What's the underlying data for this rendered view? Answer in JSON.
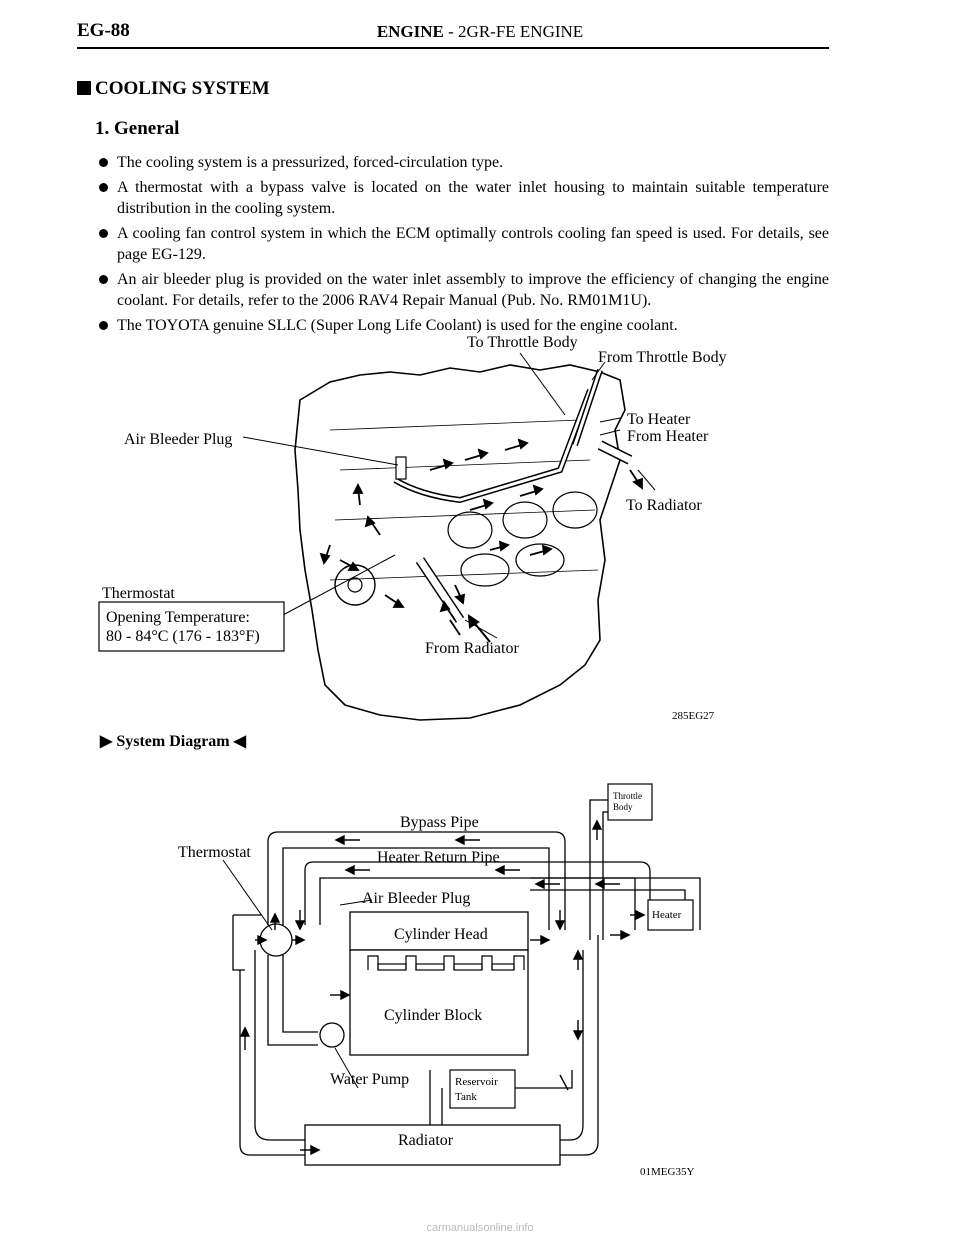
{
  "header": {
    "page_code": "EG-88",
    "title_bold": "ENGINE",
    "title_rest": " - 2GR-FE ENGINE"
  },
  "section": {
    "title": "COOLING SYSTEM",
    "subsection": "1.  General"
  },
  "bullets": [
    "The cooling system is a pressurized, forced-circulation type.",
    "A thermostat with a bypass valve is located on the water inlet housing to maintain suitable temperature distribution in the cooling system.",
    "A cooling fan control system in which the ECM optimally controls cooling fan speed is used. For details, see page EG-129.",
    "An air bleeder plug is provided on the water inlet assembly to improve the efficiency of changing the engine coolant. For details, refer to the 2006 RAV4 Repair Manual (Pub. No. RM01M1U).",
    "The TOYOTA genuine SLLC (Super Long Life Coolant) is used for the engine coolant."
  ],
  "figure1": {
    "labels": {
      "to_throttle_body": "To Throttle Body",
      "from_throttle_body": "From Throttle Body",
      "to_heater": "To Heater",
      "from_heater": "From Heater",
      "air_bleeder_plug": "Air Bleeder Plug",
      "to_radiator": "To Radiator",
      "thermostat": "Thermostat",
      "opening_temp_line1": "Opening Temperature:",
      "opening_temp_line2": "80 - 84°C (176 - 183°F)",
      "from_radiator": "From Radiator"
    },
    "code": "285EG27"
  },
  "system_diagram": {
    "heading": "System Diagram",
    "labels": {
      "throttle_body_1": "Throttle",
      "throttle_body_2": "Body",
      "bypass_pipe": "Bypass Pipe",
      "thermostat": "Thermostat",
      "heater_return_pipe": "Heater Return Pipe",
      "air_bleeder_plug": "Air Bleeder Plug",
      "heater": "Heater",
      "cylinder_head": "Cylinder Head",
      "cylinder_block": "Cylinder Block",
      "water_pump": "Water Pump",
      "reservoir_tank_1": "Reservoir",
      "reservoir_tank_2": "Tank",
      "radiator": "Radiator"
    },
    "code": "01MEG35Y"
  },
  "footer": "carmanualsonline.info"
}
